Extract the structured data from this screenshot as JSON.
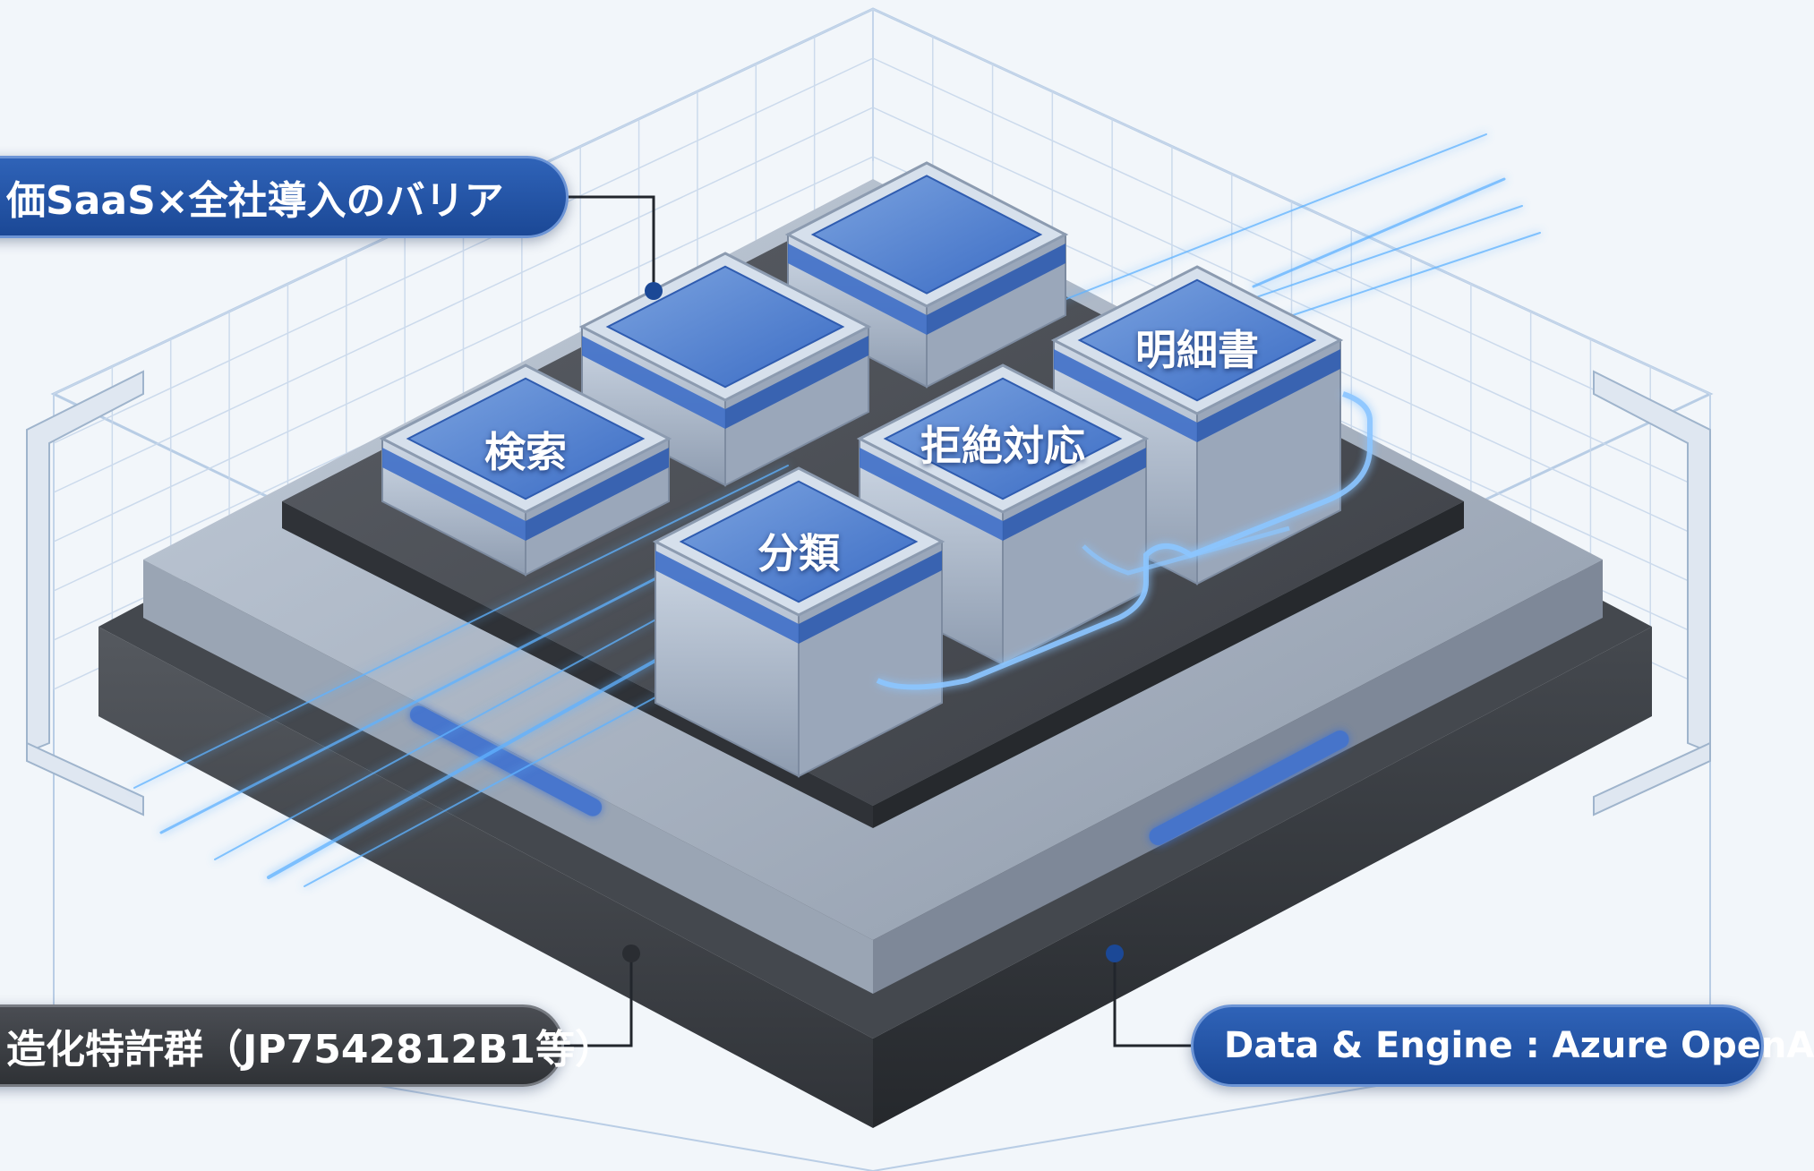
{
  "labels": {
    "top_left": "価SaaS×全社導入のバリア",
    "bottom_left": "造化特許群（JP7542812B1等）",
    "bottom_right": "Data & Engine : Azure OpenA"
  },
  "modules": {
    "search": "検索",
    "rejection": "拒絶対応",
    "specification": "明細書",
    "classification": "分類"
  },
  "colors": {
    "accent_blue": "#2a5db0",
    "dark_pill": "#3a3d42",
    "background": "#f2f6fa",
    "glow": "#5fb2ff"
  }
}
